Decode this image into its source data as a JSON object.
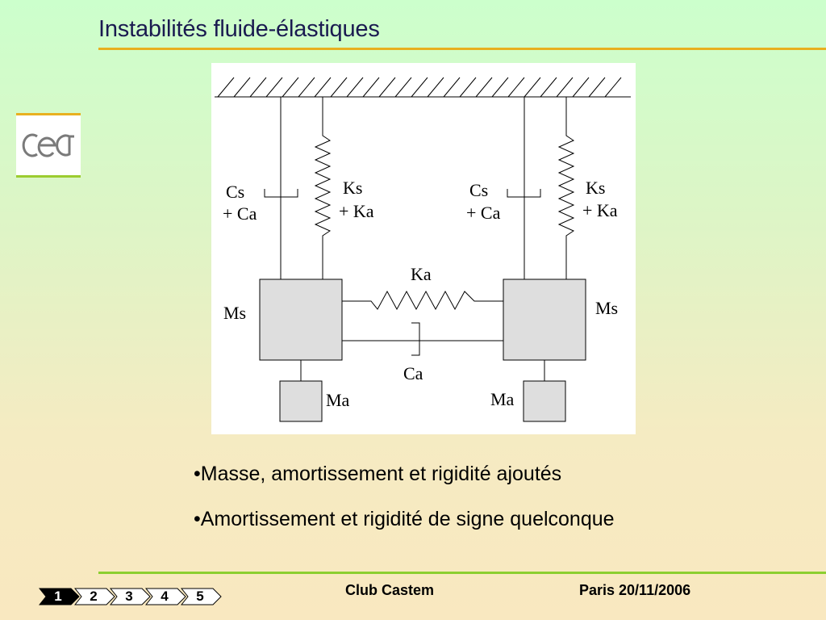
{
  "slide": {
    "title": "Instabilités fluide-élastiques"
  },
  "diagram": {
    "labels": {
      "cs_left": "Cs",
      "ca_left": "+ Ca",
      "ks_left": "Ks",
      "ka_left": "+ Ka",
      "cs_right": "Cs",
      "ca_right": "+ Ca",
      "ks_right": "Ks",
      "ka_right": "+ Ka",
      "ka_middle": "Ka",
      "ca_middle": "Ca",
      "ms_left": "Ms",
      "ms_right": "Ms",
      "ma_left": "Ma",
      "ma_right": "Ma"
    }
  },
  "bullets": [
    "•Masse, amortissement et rigidité ajoutés",
    "•Amortissement et rigidité de signe quelconque"
  ],
  "footer": {
    "center": "Club Castem",
    "right": "Paris 20/11/2006"
  },
  "nav": {
    "pages": [
      "1",
      "2",
      "3",
      "4",
      "5"
    ],
    "current": "1"
  },
  "colors": {
    "title_text": "#1a1a50",
    "title_rule": "#e8b020",
    "footer_rule": "#8ccf30",
    "mass_fill": "#dedede",
    "nav_active": "#000000"
  }
}
